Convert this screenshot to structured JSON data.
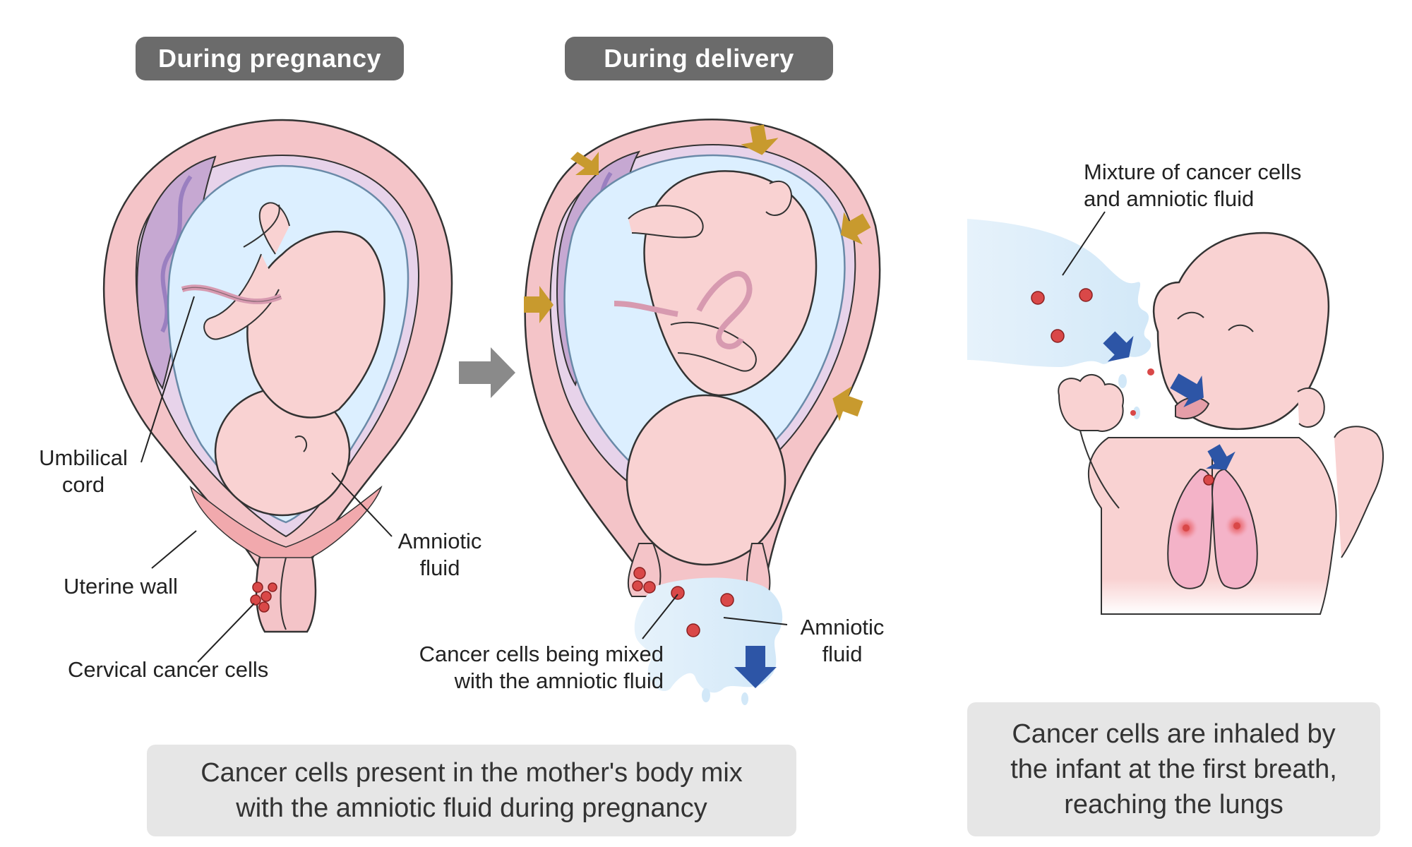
{
  "headers": {
    "pregnancy": "During pregnancy",
    "delivery": "During delivery"
  },
  "labels": {
    "umbilical_cord_line1": "Umbilical",
    "umbilical_cord_line2": "cord",
    "uterine_wall": "Uterine wall",
    "cervical_cancer_cells": "Cervical cancer cells",
    "amniotic_fluid_1_line1": "Amniotic",
    "amniotic_fluid_1_line2": "fluid",
    "mixing_line1": "Cancer cells being mixed",
    "mixing_line2": "with the amniotic fluid",
    "amniotic_fluid_2_line1": "Amniotic",
    "amniotic_fluid_2_line2": "fluid",
    "mixture_line1": "Mixture of cancer cells",
    "mixture_line2": "and amniotic fluid"
  },
  "captions": {
    "left_line1": "Cancer cells present in the mother's body mix",
    "left_line2": "with the amniotic fluid during pregnancy",
    "right_line1": "Cancer cells are inhaled by",
    "right_line2": "the infant at the first breath,",
    "right_line3": "reaching the lungs"
  },
  "colors": {
    "header_bg": "#6b6b6b",
    "caption_bg": "#e6e6e6",
    "uterus": "#f4c4c8",
    "placenta": "#c6a8d2",
    "amniotic_fluid": "#dcefff",
    "skin": "#f9d2d2",
    "cancer_cell": "#d94848",
    "blue_arrow": "#2d55a6",
    "gold_arrow": "#c89a2e",
    "gray_arrow": "#8a8a8a"
  }
}
